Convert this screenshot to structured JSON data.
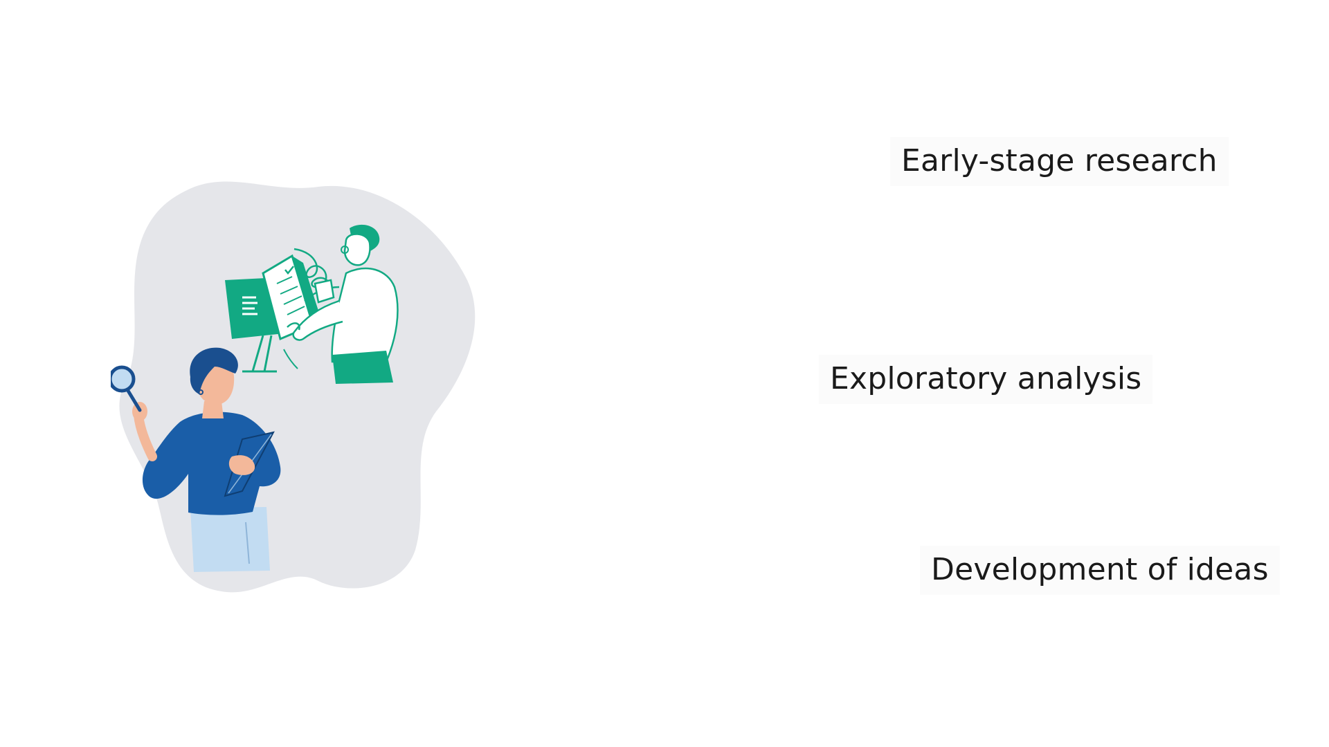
{
  "labels": {
    "first": "Early-stage research",
    "second": "Exploratory analysis",
    "third": "Development of ideas"
  },
  "illustration": {
    "icons": [
      "research-illustration",
      "magnifier-icon",
      "clipboard-icon",
      "monitor-icon",
      "document-icon"
    ],
    "colors": {
      "blob": "#e5e6ea",
      "teal": "#12a983",
      "blue": "#1a5ea8",
      "light_blue": "#c2dcf2",
      "skin": "#f3b89a",
      "hair": "#1a4f8f"
    }
  }
}
